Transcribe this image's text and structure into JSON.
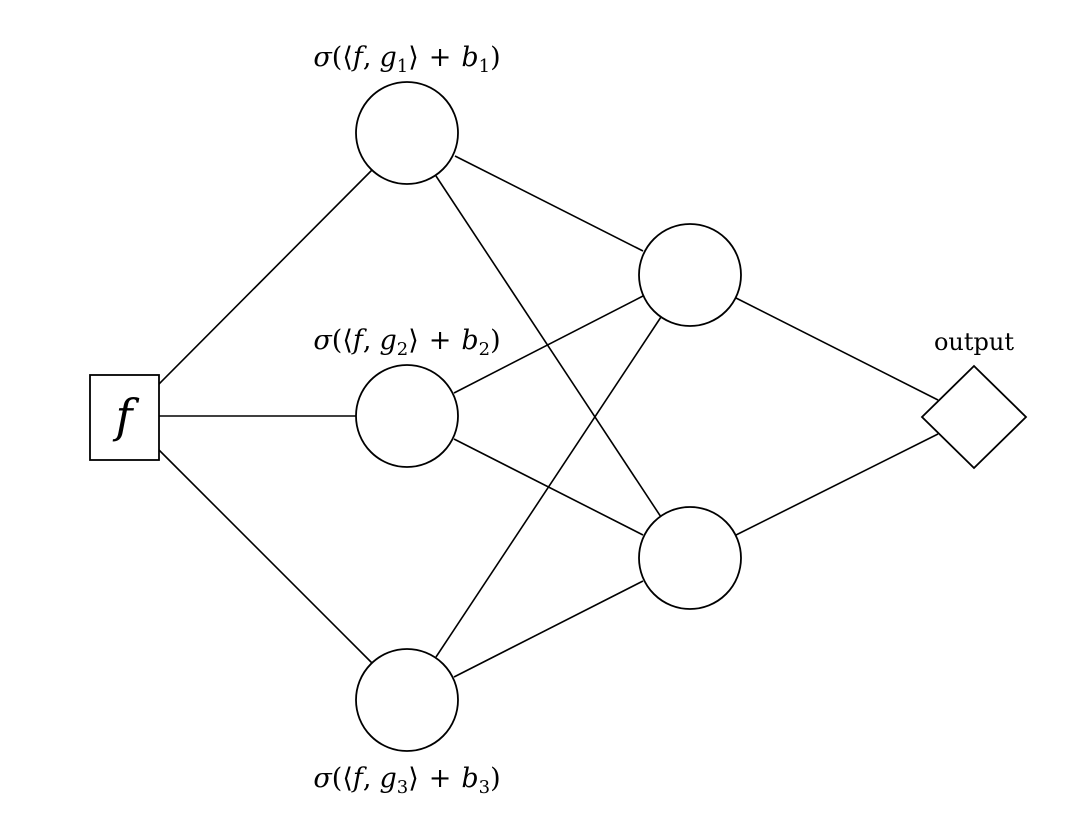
{
  "input": {
    "symbol": "f"
  },
  "hidden_layer": [
    {
      "label": {
        "sigma": "σ",
        "open": "(",
        "langle": "⟨",
        "f": "f",
        "comma": ",",
        "g": "g",
        "sub": "1",
        "rangle": "⟩",
        "plus": "+",
        "b": "b",
        "bsub": "1",
        "close": ")"
      }
    },
    {
      "label": {
        "sigma": "σ",
        "open": "(",
        "langle": "⟨",
        "f": "f",
        "comma": ",",
        "g": "g",
        "sub": "2",
        "rangle": "⟩",
        "plus": "+",
        "b": "b",
        "bsub": "2",
        "close": ")"
      }
    },
    {
      "label": {
        "sigma": "σ",
        "open": "(",
        "langle": "⟨",
        "f": "f",
        "comma": ",",
        "g": "g",
        "sub": "3",
        "rangle": "⟩",
        "plus": "+",
        "b": "b",
        "bsub": "3",
        "close": ")"
      }
    }
  ],
  "output": {
    "label": "output"
  }
}
